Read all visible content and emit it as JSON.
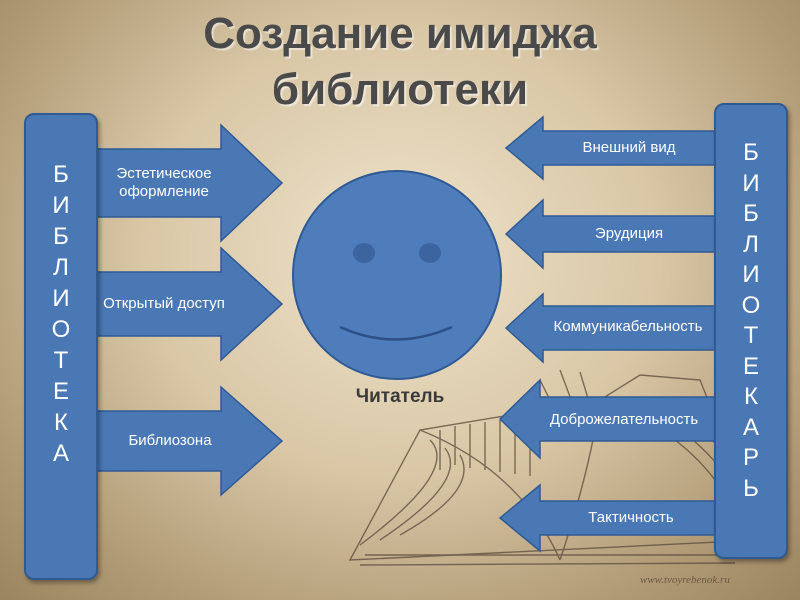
{
  "title_line1": "Создание имиджа",
  "title_line2": "библиотеки",
  "left_bar_letters": [
    "Б",
    "И",
    "Б",
    "Л",
    "И",
    "О",
    "Т",
    "Е",
    "К",
    "А"
  ],
  "right_bar_letters": [
    "Б",
    "И",
    "Б",
    "Л",
    "И",
    "О",
    "Т",
    "Е",
    "К",
    "А",
    "Р",
    "Ь"
  ],
  "left_arrows": [
    {
      "label": "Эстетическое оформление"
    },
    {
      "label": "Открытый доступ"
    },
    {
      "label": "Библиозона"
    }
  ],
  "right_arrows": [
    {
      "label": "Внешний вид"
    },
    {
      "label": "Эрудиция"
    },
    {
      "label": "Коммуникабельность"
    },
    {
      "label": "Доброжелательность"
    },
    {
      "label": "Тактичность"
    }
  ],
  "reader_label": "Читатель",
  "watermark": "www.tvoyrebenok.ru",
  "colors": {
    "arrow_fill": "#4a78b5",
    "arrow_stroke": "#2f5a94",
    "face_fill": "#4f7cbb",
    "title": "#4a4a4a"
  },
  "icons": {
    "face": "smiley-face-icon",
    "book": "open-book-sketch-icon"
  }
}
